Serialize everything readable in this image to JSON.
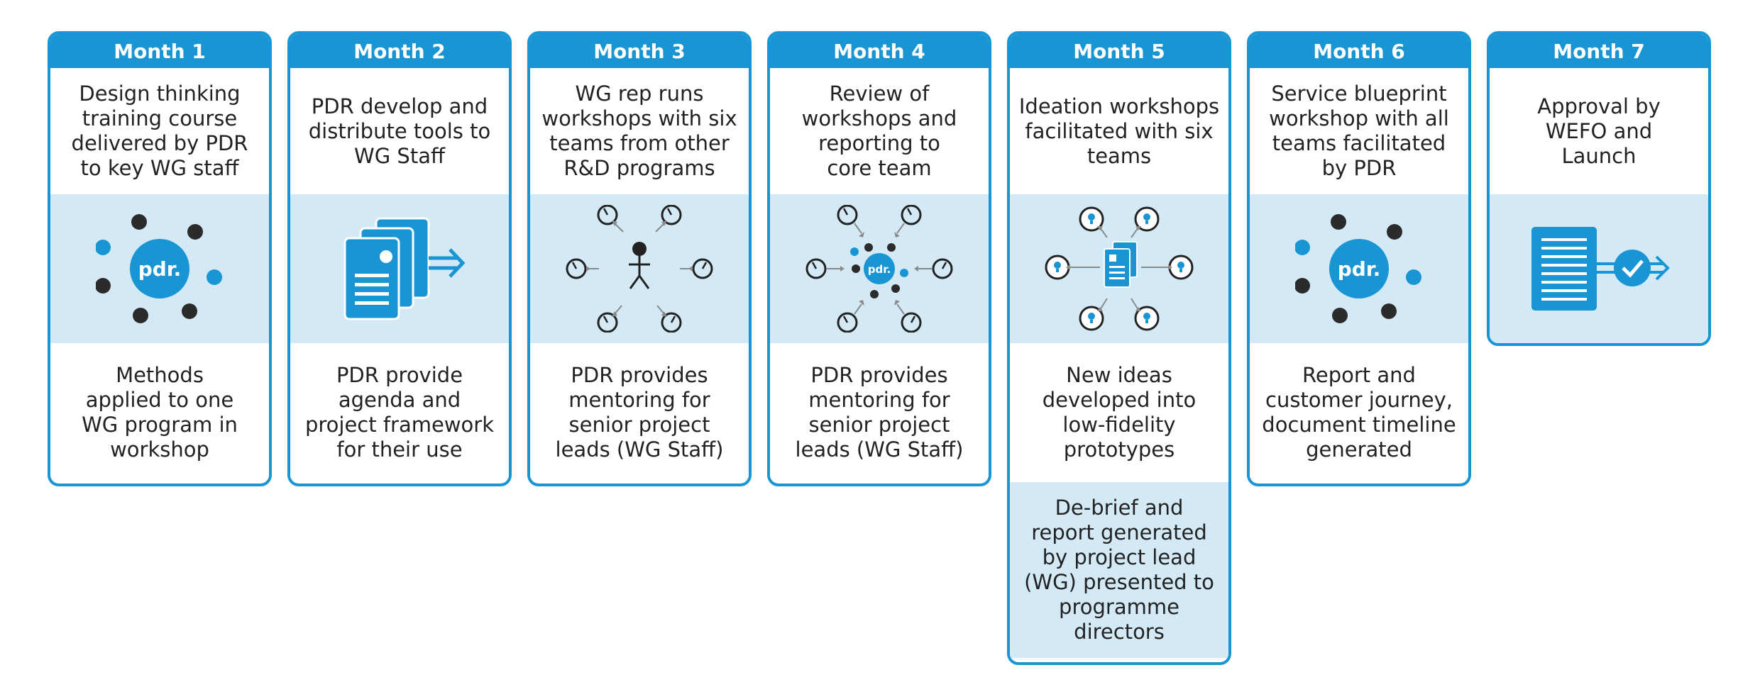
{
  "colors": {
    "brand_blue": "#1a95d4",
    "light_blue": "#d3eaf6",
    "dark_node": "#2b2b2b",
    "arrow_grey": "#8a8a8a"
  },
  "months": [
    {
      "header": "Month 1",
      "top_text": "Design thinking\ntraining course\ndelivered by PDR\nto key WG staff",
      "icon": "pdr-network-icon",
      "logo_text": "pdr.",
      "bottom_text": "Methods\napplied to one\nWG program in\nworkshop"
    },
    {
      "header": "Month 2",
      "top_text": "PDR develop and\ndistribute tools to\nWG Staff",
      "icon": "documents-distribute-icon",
      "bottom_text": "PDR provide\nagenda and\nproject framework\nfor their use"
    },
    {
      "header": "Month 3",
      "top_text": "WG rep runs\nworkshops with six\nteams from other\nR&D programs",
      "icon": "rep-six-teams-icon",
      "bottom_text": "PDR  provides\nmentoring for\nsenior project\nleads (WG Staff)"
    },
    {
      "header": "Month 4",
      "top_text": "Review of\nworkshops and\nreporting to\ncore team",
      "icon": "pdr-review-teams-icon",
      "logo_text": "pdr.",
      "bottom_text": "PDR  provides\nmentoring for\nsenior project\nleads (WG Staff)"
    },
    {
      "header": "Month 5",
      "top_text": "Ideation workshops\nfacilitated with six\nteams",
      "icon": "ideas-document-icon",
      "bottom_text": "New ideas\ndeveloped into\nlow-fidelity\nprototypes",
      "extra_text": "De-brief and\nreport generated\nby project lead\n(WG) presented to\nprogramme\ndirectors"
    },
    {
      "header": "Month 6",
      "top_text": "Service blueprint\nworkshop with all\nteams facilitated\nby PDR",
      "icon": "pdr-network-icon",
      "logo_text": "pdr.",
      "bottom_text": "Report and\ncustomer journey,\ndocument timeline\ngenerated"
    },
    {
      "header": "Month 7",
      "top_text": "Approval by\nWEFO and\nLaunch",
      "icon": "document-approval-icon"
    }
  ]
}
